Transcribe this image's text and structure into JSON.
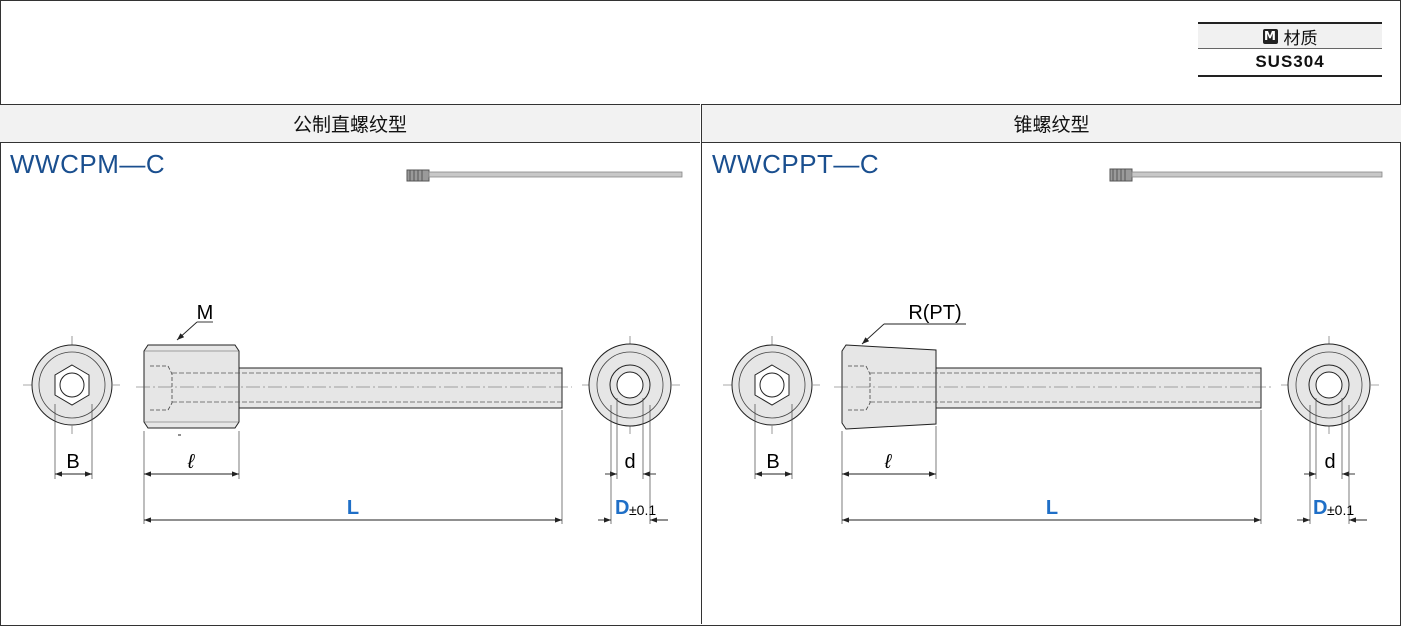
{
  "material": {
    "badge": "M",
    "label": "材质",
    "value": "SUS304"
  },
  "panels": [
    {
      "header": "公制直螺纹型",
      "model": "WWCPM—C",
      "thread_label": "M",
      "dims": {
        "B": "B",
        "l": "ℓ",
        "L": "L",
        "d": "d",
        "D": "D",
        "tol": "±0.1"
      }
    },
    {
      "header": "锥螺纹型",
      "model": "WWCPPT—C",
      "thread_label": "R(PT)",
      "dims": {
        "B": "B",
        "l": "ℓ",
        "L": "L",
        "d": "d",
        "D": "D",
        "tol": "±0.1"
      }
    }
  ],
  "colors": {
    "model_text": "#1a4f8f",
    "dim_highlight": "#1f6fc7",
    "part_fill": "#e6e6e6"
  }
}
